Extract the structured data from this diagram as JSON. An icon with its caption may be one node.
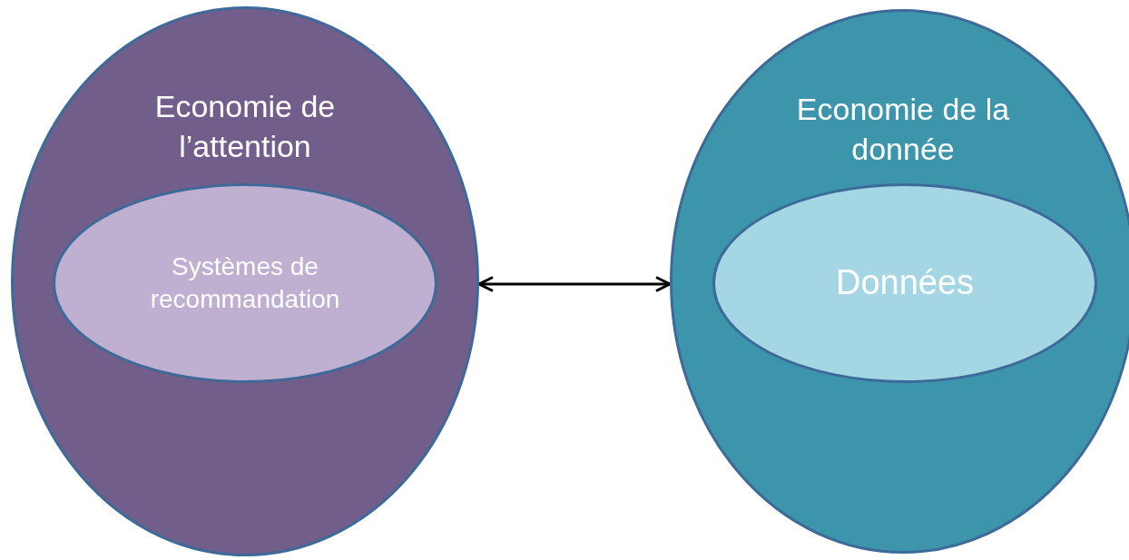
{
  "diagram": {
    "nodes": [
      {
        "text": [
          "Economie de l’attention"
        ]
      },
      {
        "text": [
          "Systèmes de recommandation"
        ],
        "in": 0
      },
      {
        "text": [
          "Economie de la donnée"
        ]
      },
      {
        "text": [
          "Données"
        ],
        "in": 2
      }
    ],
    "edges": [
      {
        "from": 0,
        "to": 2,
        "arrow": "both"
      }
    ]
  }
}
